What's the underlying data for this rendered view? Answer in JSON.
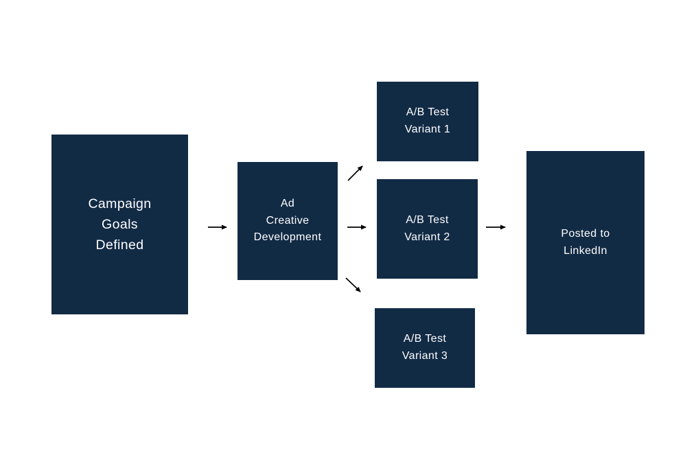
{
  "diagram": {
    "type": "flowchart",
    "colors": {
      "node": "#122b45",
      "text": "#ffffff",
      "arrow": "#000000",
      "background": "#ffffff"
    },
    "nodes": [
      {
        "id": "campaign-goals",
        "label": "Campaign\nGoals\nDefined"
      },
      {
        "id": "ad-creative",
        "label": "Ad\nCreative\nDevelopment"
      },
      {
        "id": "variant-1",
        "label": "A/B Test\nVariant 1"
      },
      {
        "id": "variant-2",
        "label": "A/B Test\nVariant 2"
      },
      {
        "id": "variant-3",
        "label": "A/B Test\nVariant 3"
      },
      {
        "id": "posted-linkedin",
        "label": "Posted to\nLinkedIn"
      }
    ],
    "edges": [
      {
        "from": "campaign-goals",
        "to": "ad-creative"
      },
      {
        "from": "ad-creative",
        "to": "variant-1"
      },
      {
        "from": "ad-creative",
        "to": "variant-2"
      },
      {
        "from": "ad-creative",
        "to": "variant-3"
      },
      {
        "from": "variant-2",
        "to": "posted-linkedin"
      }
    ]
  }
}
